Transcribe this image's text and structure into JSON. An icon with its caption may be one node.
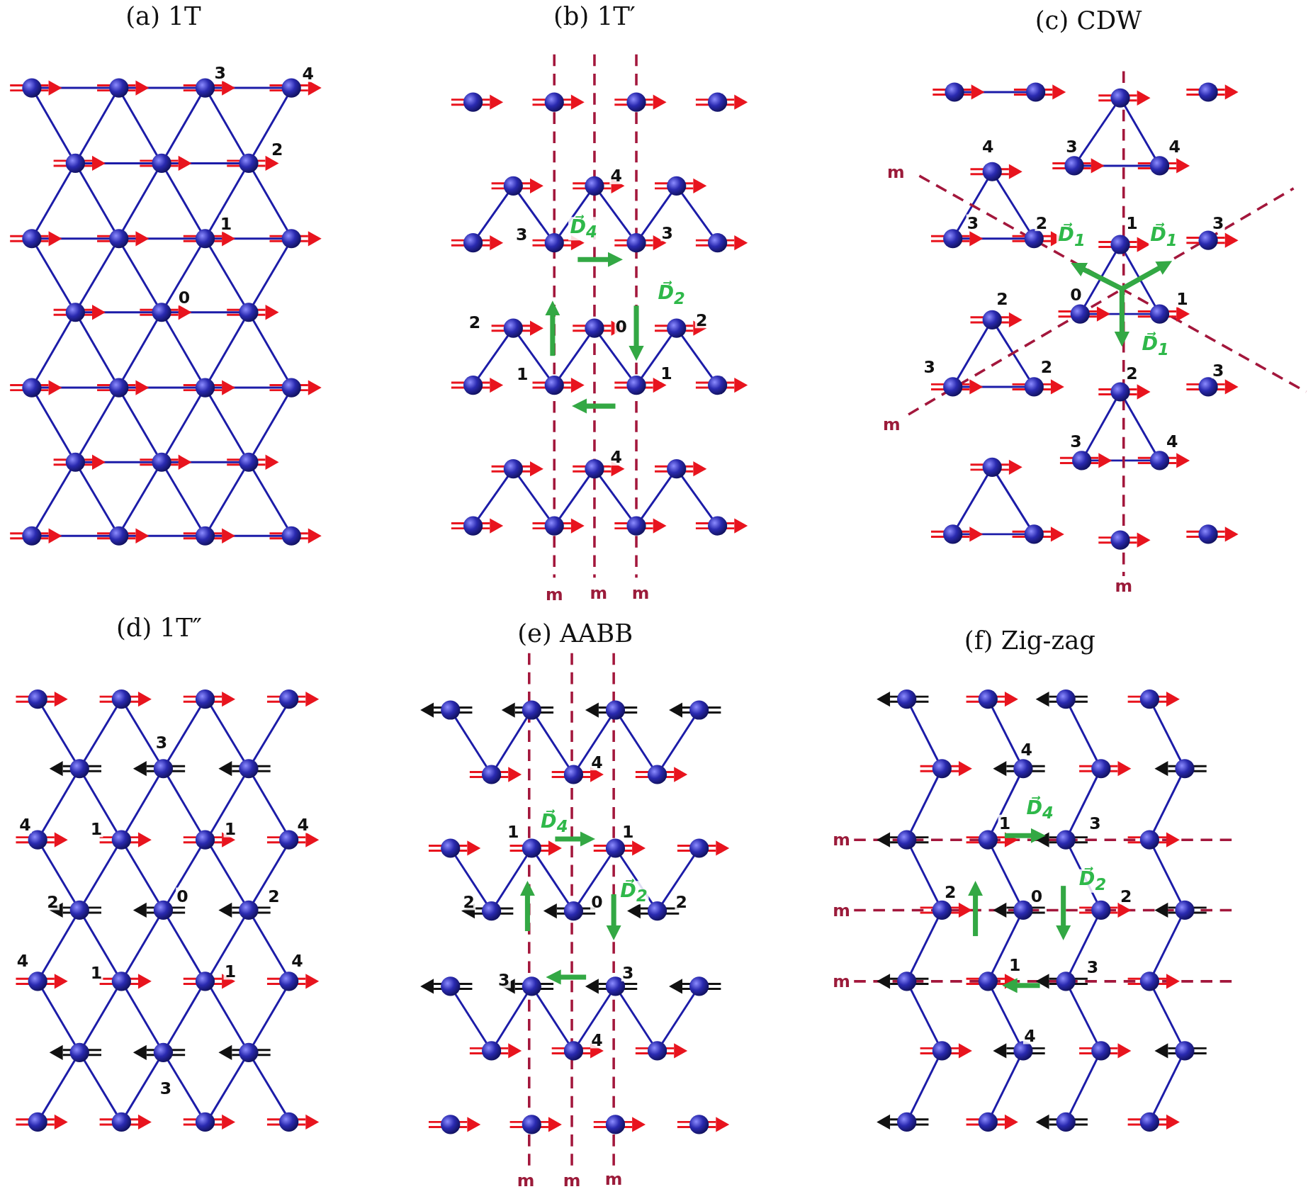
{
  "diagram": {
    "labels": [
      "(a) 1T",
      "3",
      "4",
      "2",
      "1",
      "0",
      "(b) 1T′",
      "4",
      "3",
      "D⃗$_{4}$",
      "3",
      "D⃗$_{2}$",
      "2",
      "0",
      "2",
      "1",
      "1",
      "4",
      "m",
      "m",
      "m",
      "(c) CDW",
      "4",
      "3",
      "4",
      "m",
      "3",
      "2",
      "D⃗$_{1}$",
      "1",
      "D⃗$_{1}$",
      "3",
      "2",
      "0",
      "1",
      "D⃗$_{1}$",
      "3",
      "2",
      "2",
      "3",
      "m",
      "3",
      "4",
      "m",
      "(d) 1T″",
      "3",
      "4",
      "1",
      "1",
      "4",
      "2",
      "0",
      "2",
      "4",
      "1",
      "1",
      "4",
      "3",
      "(e) AABB",
      "4",
      "D⃗$_{4}$",
      "1",
      "1",
      "D⃗$_{2}$",
      "2",
      "0",
      "2",
      "3",
      "3",
      "4",
      "m",
      "m",
      "m",
      "(f) Zig-zag",
      "4",
      "D⃗$_{4}$",
      "1",
      "3",
      "m",
      "2",
      "0",
      "D⃗$_{2}$",
      "2",
      "m",
      "1",
      "3",
      "m",
      "4"
    ]
  }
}
